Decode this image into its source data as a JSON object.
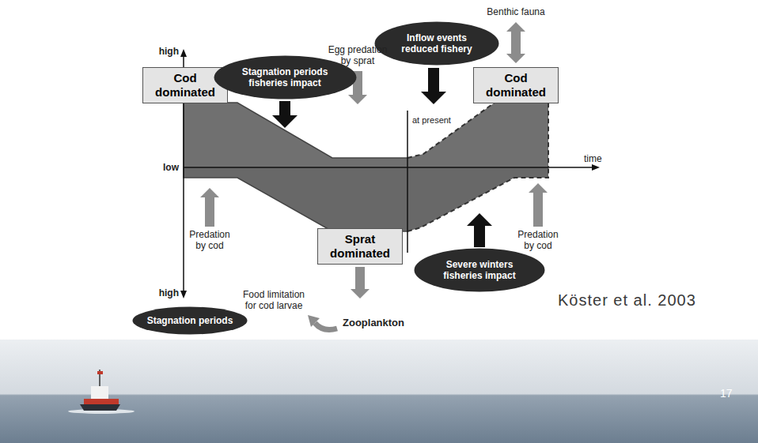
{
  "diagram": {
    "nodes": [
      {
        "text": [
          "Cod dominated"
        ]
      },
      {
        "text": [
          "Stagnation periods fisheries impact"
        ]
      },
      {
        "text": [
          "Inflow events reduced fishery"
        ]
      },
      {
        "text": [
          "Cod dominated"
        ]
      },
      {
        "text": [
          "Sprat dominated"
        ]
      },
      {
        "text": [
          "Severe winters fisheries impact"
        ]
      },
      {
        "text": [
          "Stagnation periods"
        ]
      }
    ],
    "labels": [
      "Benthic fauna",
      "Egg predation by sprat",
      "high",
      "at present",
      "low",
      "time",
      "Predation by cod",
      "Predation by cod",
      "high",
      "Food limitation for cod larvae",
      "Zooplankton",
      "Köster et al. 2003",
      "17"
    ]
  }
}
